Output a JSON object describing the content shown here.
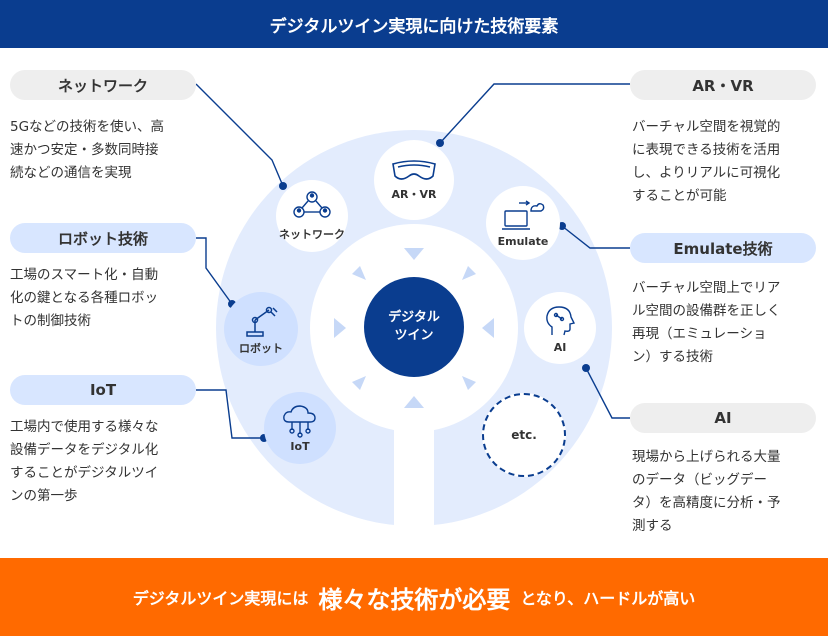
{
  "header": {
    "title": "デジタルツイン実現に向けた技術要素"
  },
  "center": {
    "line1": "デジタル",
    "line2": "ツイン"
  },
  "nodes": {
    "network": "ネットワーク",
    "arvr": "AR・VR",
    "emulate": "Emulate",
    "ai": "AI",
    "robot": "ロボット",
    "iot": "IoT",
    "etc": "etc."
  },
  "left": [
    {
      "title": "ネットワーク",
      "lines": [
        "5Gなどの技術を使い、高",
        "速かつ安定・多数同時接",
        "続などの通信を実現"
      ]
    },
    {
      "title": "ロボット技術",
      "lines": [
        "工場のスマート化・自動",
        "化の鍵となる各種ロボッ",
        "トの制御技術"
      ]
    },
    {
      "title": "IoT",
      "lines": [
        "工場内で使用する様々な",
        "設備データをデジタル化",
        "することがデジタルツイ",
        "ンの第一歩"
      ]
    }
  ],
  "right": [
    {
      "title": "AR・VR",
      "lines": [
        "バーチャル空間を視覚的",
        "に表現できる技術を活用",
        "し、よりリアルに可視化",
        "することが可能"
      ]
    },
    {
      "title": "Emulate技術",
      "lines": [
        "バーチャル空間上でリア",
        "ル空間の設備群を正しく",
        "再現（エミュレーショ",
        "ン）する技術"
      ]
    },
    {
      "title": "AI",
      "lines": [
        "現場から上げられる大量",
        "のデータ（ビッグデー",
        "タ）を高精度に分析・予",
        "測する"
      ]
    }
  ],
  "footer": {
    "before": "デジタルツイン実現には",
    "emphasis": "様々な技術が必要",
    "after": "となり、ハードルが高い"
  },
  "colors": {
    "navy": "#0a3d8f",
    "orange": "#ff6a00",
    "light_blue": "#d8e6ff",
    "ring": "#e3ecfd"
  }
}
